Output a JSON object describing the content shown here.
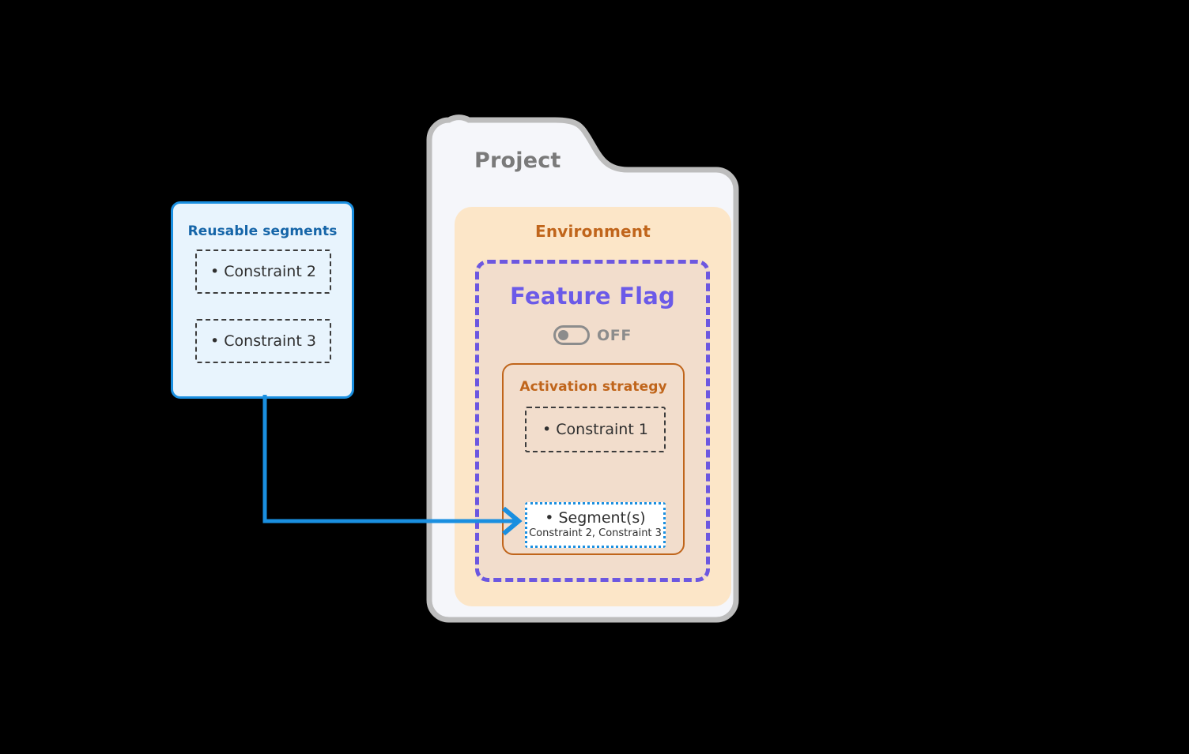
{
  "diagram": {
    "title_colors": {
      "project": "#7a7a7a",
      "environment": "#c0651b",
      "feature_flag": "#6b5ae8",
      "activation_strategy": "#c0651b",
      "reusable_segments": "#1565a8",
      "accent_blue": "#1a8fe0",
      "dashed_purple": "#6c57e0"
    },
    "project": {
      "label": "Project",
      "environment": {
        "label": "Environment",
        "feature_flag": {
          "label": "Feature Flag",
          "toggle": {
            "state_label": "OFF",
            "enabled": false
          },
          "activation_strategy": {
            "label": "Activation strategy",
            "constraints": [
              {
                "label": "• Constraint 1"
              }
            ],
            "segments": {
              "label": "• Segment(s)",
              "sub_label": "Constraint 2, Constraint 3"
            }
          }
        }
      }
    },
    "reusable_segments": {
      "label": "Reusable segments",
      "items": [
        {
          "label": "• Constraint 2"
        },
        {
          "label": "• Constraint 3"
        }
      ]
    }
  }
}
